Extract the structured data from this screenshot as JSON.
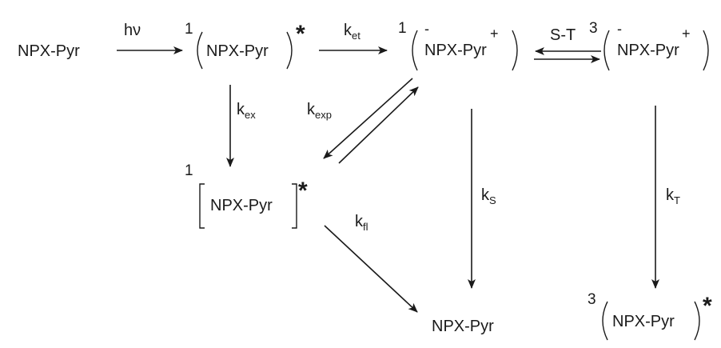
{
  "species": {
    "ground": "NPX-Pyr",
    "singlet_excited": "NPX-Pyr",
    "singlet_cs": "NPX-Pyr",
    "triplet_cs": "NPX-Pyr",
    "exciplex": "NPX-Pyr",
    "ground_product": "NPX-Pyr",
    "triplet_excited": "NPX-Pyr"
  },
  "multiplicity": {
    "singlet": "1",
    "triplet": "3"
  },
  "symbols": {
    "excited": "*",
    "minus": "-",
    "plus": "+"
  },
  "rate_labels": {
    "excitation": "hν",
    "k_et": {
      "main": "k",
      "sub": "et"
    },
    "s_t": "S-T",
    "k_ex": {
      "main": "k",
      "sub": "ex"
    },
    "k_exp": {
      "main": "k",
      "sub": "exp"
    },
    "k_S": {
      "main": "k",
      "sub": "S"
    },
    "k_T": {
      "main": "k",
      "sub": "T"
    },
    "k_fl": {
      "main": "k",
      "sub": "fl"
    }
  }
}
